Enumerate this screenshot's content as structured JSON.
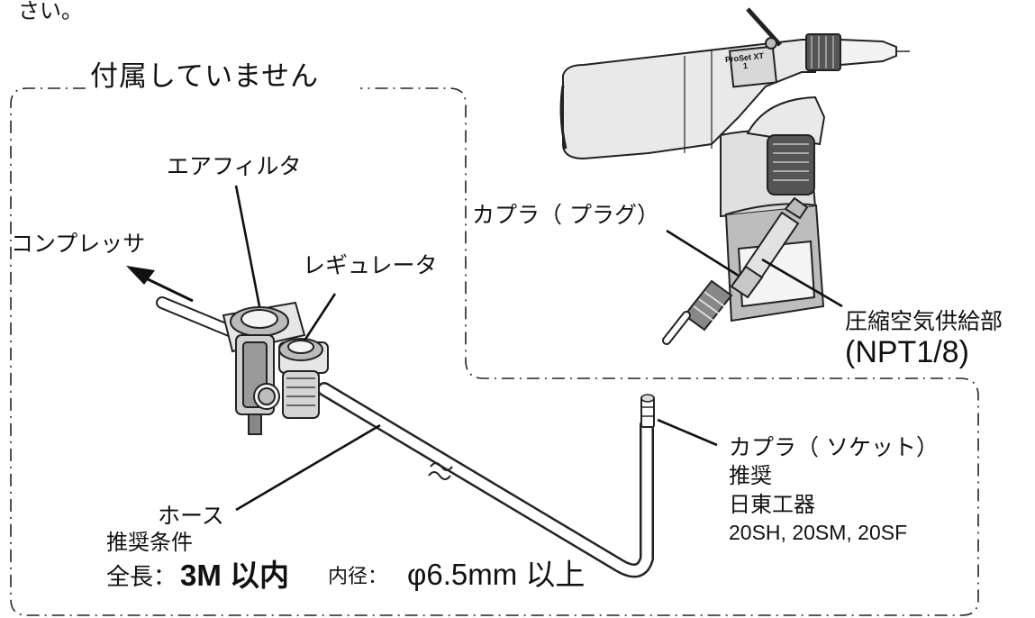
{
  "top_fragment": "さい。",
  "not_included_heading": "付属していません",
  "labels": {
    "air_filter": "エアフィルタ",
    "compressor": "コンプレッサ",
    "regulator": "レギュレータ",
    "coupler_plug": "カプラ（ プラグ）",
    "air_supply": "圧縮空気供給部",
    "npt": "(NPT1/8)",
    "coupler_socket": "カプラ（ ソケット）",
    "recommended": "推奨",
    "maker": "日東工器",
    "models": "20SH, 20SM, 20SF",
    "hose": "ホース",
    "conditions_heading": "推奨条件",
    "length_prefix": "全長：",
    "length_value": "3M 以内",
    "diameter_prefix": "内径：",
    "diameter_value": "φ6.5mm 以上"
  },
  "tool_badge": "ProSet XT 1"
}
